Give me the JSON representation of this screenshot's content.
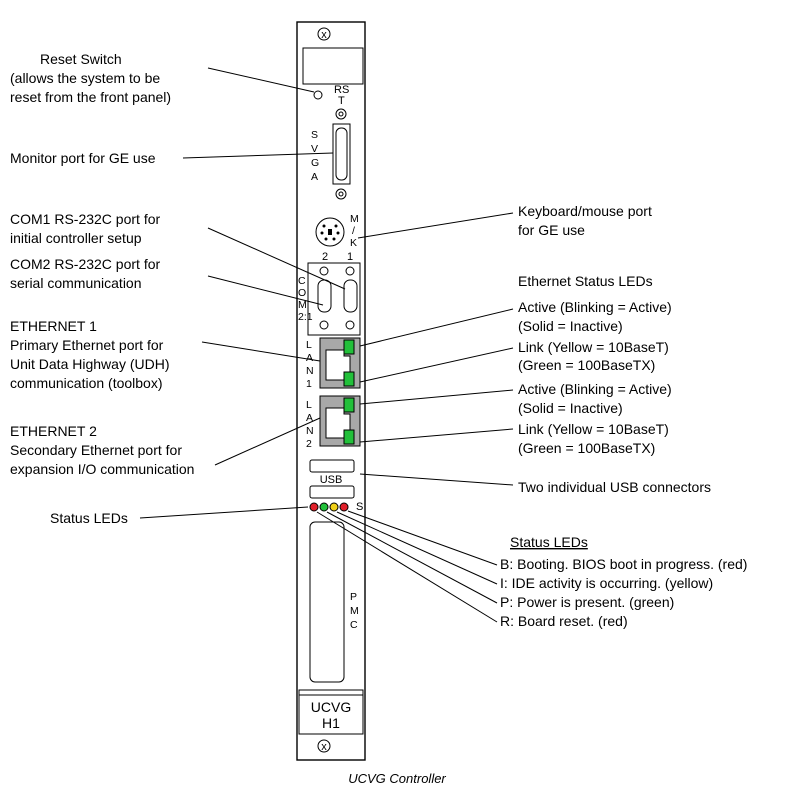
{
  "colors": {
    "led_green": "#22c03a",
    "led_red": "#e0202a",
    "led_yellow": "#f0d018",
    "line": "#000000"
  },
  "panel": {
    "rs_label": "RS",
    "rs_letter": "T",
    "svga_letters": [
      "S",
      "V",
      "G",
      "A"
    ],
    "mk_letters": [
      "M",
      "/",
      "K"
    ],
    "com_numbers": [
      "2",
      "1"
    ],
    "com_letters": [
      "C",
      "O",
      "M",
      "2:1"
    ],
    "lan1_letters": [
      "L",
      "A",
      "N",
      "1"
    ],
    "lan2_letters": [
      "L",
      "A",
      "N",
      "2"
    ],
    "usb_label": "USB",
    "status_s": "S",
    "pmc_letters": [
      "P",
      "M",
      "C"
    ],
    "id_line1": "UCVG",
    "id_line2": "H1",
    "screw_glyph": "x"
  },
  "left_labels": {
    "reset": [
      "Reset Switch",
      "(allows the system to be",
      "reset from the front panel)"
    ],
    "monitor": [
      "Monitor port for GE use"
    ],
    "com1": [
      "COM1  RS-232C port for",
      "initial controller setup"
    ],
    "com2": [
      "COM2  RS-232C port for",
      "serial communication"
    ],
    "eth1": [
      "ETHERNET 1",
      "Primary Ethernet port for",
      "Unit Data Highway (UDH)",
      "communication (toolbox)"
    ],
    "eth2": [
      "ETHERNET 2",
      "Secondary Ethernet port for",
      "expansion I/O communication"
    ],
    "status": [
      "Status LEDs"
    ]
  },
  "right_labels": {
    "keyboard": [
      "Keyboard/mouse port",
      " for GE use"
    ],
    "eth_status_title": "Ethernet Status LEDs",
    "active1": [
      "Active (Blinking = Active)",
      " (Solid = Inactive)"
    ],
    "link1": [
      "Link (Yellow = 10BaseT)",
      " (Green = 100BaseTX)"
    ],
    "active2": [
      "Active (Blinking = Active)",
      " (Solid = Inactive)"
    ],
    "link2": [
      "Link (Yellow = 10BaseT)",
      " (Green = 100BaseTX)"
    ],
    "usb": [
      "Two individual USB connectors"
    ],
    "status_title": "Status LEDs",
    "status_items": [
      "B: Booting. BIOS boot in progress. (red)",
      "I: IDE activity is occurring. (yellow)",
      "P: Power is present. (green)",
      "R: Board reset. (red)"
    ]
  },
  "caption": "UCVG Controller"
}
